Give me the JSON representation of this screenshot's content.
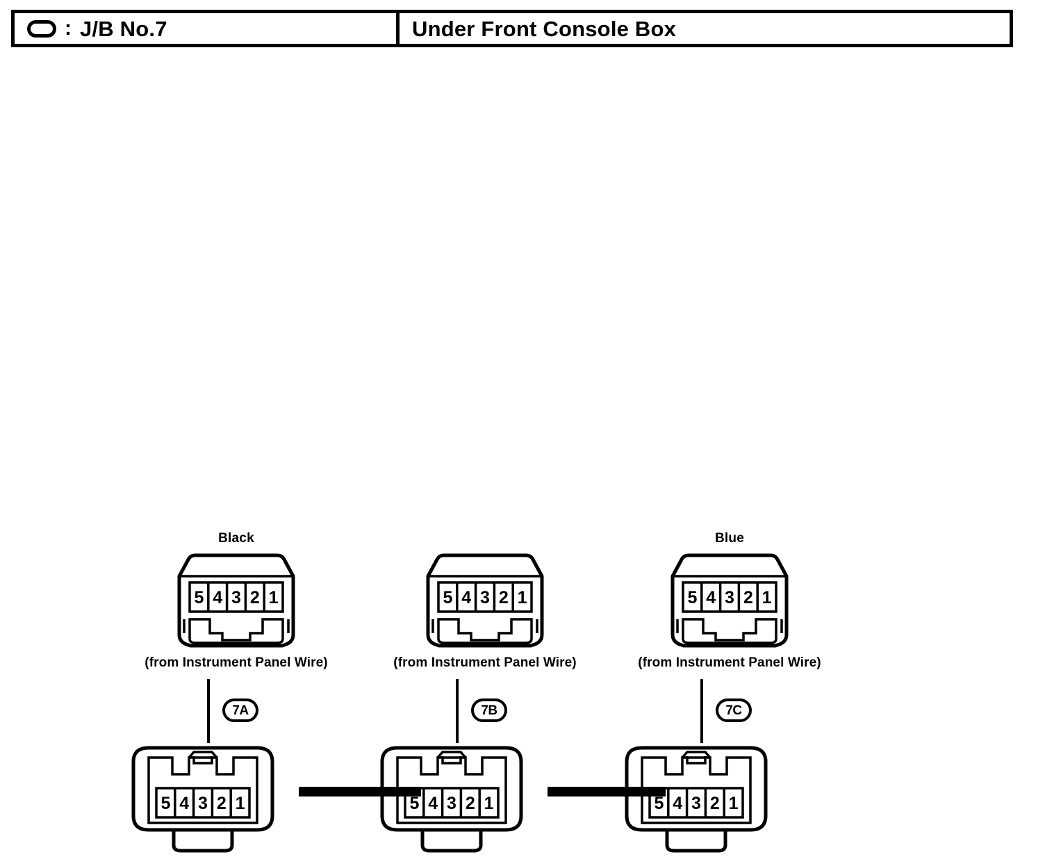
{
  "header": {
    "symbol_icon": "oval-icon",
    "separator": ":",
    "left_label": "J/B No.7",
    "right_label": "Under Front Console Box"
  },
  "diagram": {
    "title": "J/B No.7 connector layout",
    "pin_numbers": [
      "5",
      "4",
      "3",
      "2",
      "1"
    ],
    "connectors": [
      {
        "code": "7A",
        "color_label": "Black",
        "source_label": "(from Instrument Panel Wire)",
        "top_pins": [
          "5",
          "4",
          "3",
          "2",
          "1"
        ],
        "bottom_pins": [
          "5",
          "4",
          "3",
          "2",
          "1"
        ]
      },
      {
        "code": "7B",
        "color_label": "",
        "source_label": "(from Instrument Panel Wire)",
        "top_pins": [
          "5",
          "4",
          "3",
          "2",
          "1"
        ],
        "bottom_pins": [
          "5",
          "4",
          "3",
          "2",
          "1"
        ]
      },
      {
        "code": "7C",
        "color_label": "Blue",
        "source_label": "(from Instrument Panel Wire)",
        "top_pins": [
          "5",
          "4",
          "3",
          "2",
          "1"
        ],
        "bottom_pins": [
          "5",
          "4",
          "3",
          "2",
          "1"
        ]
      }
    ],
    "wires": [
      {
        "from": "7A",
        "to": "7B"
      },
      {
        "from": "7B",
        "to": "7C"
      }
    ]
  },
  "colors": {
    "ink": "#000000",
    "paper": "#ffffff"
  }
}
